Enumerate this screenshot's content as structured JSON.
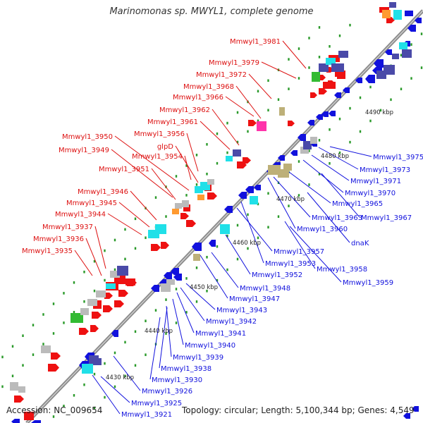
{
  "title": "Marinomonas sp. MWYL1, complete genome",
  "footer": {
    "accession": "Accession: NC_009654",
    "summary": "Topology: circular; Length: 5,100,344 bp; Genes: 4,549"
  },
  "colors": {
    "backbone": "#8c8c8c",
    "top_labels": "#dd1111",
    "bottom_labels": "#1111dd",
    "tick_dots": "#2a9a2a",
    "gene_red": "#ee1111",
    "gene_blue": "#1111dd",
    "gene_cyan": "#20e0e8",
    "gene_navy": "#4a4aa8",
    "gene_gray": "#bbbbbb",
    "gene_green": "#33bb33",
    "gene_pink": "#ff33aa",
    "gene_orange": "#ff9a30",
    "gene_khaki": "#bdb078"
  },
  "scale_labels": [
    "4430 kbp",
    "4440 kbp",
    "4450 kbp",
    "4460 kbp",
    "4470 kbp",
    "4480 kbp",
    "4490 kbp"
  ],
  "top_labels": [
    "Mmwyl1_3981",
    "Mmwyl1_3979",
    "Mmwyl1_3972",
    "Mmwyl1_3968",
    "Mmwyl1_3966",
    "Mmwyl1_3962",
    "Mmwyl1_3961",
    "Mmwyl1_3956",
    "glpD",
    "Mmwyl1_3954",
    "Mmwyl1_3950",
    "Mmwyl1_3949",
    "Mmwyl1_3951",
    "Mmwyl1_3946",
    "Mmwyl1_3945",
    "Mmwyl1_3944",
    "Mmwyl1_3937",
    "Mmwyl1_3936",
    "Mmwyl1_3935"
  ],
  "bottom_labels": [
    "Mmwyl1_3975",
    "Mmwyl1_3973",
    "Mmwyl1_3971",
    "Mmwyl1_3970",
    "Mmwyl1_3965",
    "Mmwyl1_3967",
    "Mmwyl1_3963",
    "Mmwyl1_3960",
    "dnaK",
    "Mmwyl1_3957",
    "Mmwyl1_3953",
    "Mmwyl1_3958",
    "Mmwyl1_3952",
    "Mmwyl1_3959",
    "Mmwyl1_3948",
    "Mmwyl1_3947",
    "Mmwyl1_3943",
    "Mmwyl1_3942",
    "Mmwyl1_3941",
    "Mmwyl1_3940",
    "Mmwyl1_3939",
    "Mmwyl1_3938",
    "Mmwyl1_3930",
    "Mmwyl1_3926",
    "Mmwyl1_3925",
    "Mmwyl1_3921"
  ]
}
